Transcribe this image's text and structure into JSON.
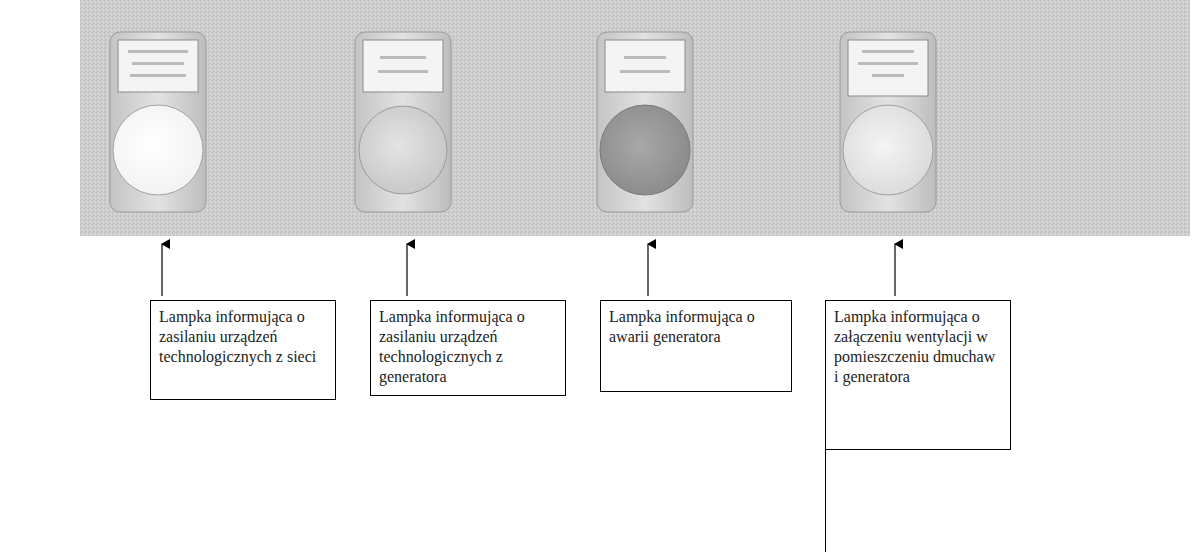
{
  "diagram": {
    "nodes": [
      {
        "text": [
          "Lampka informująca o zasilaniu urządzeń technologicznych z sieci"
        ]
      },
      {
        "text": [
          "Lampka informująca o zasilaniu urządzeń technologicznych z generatora"
        ]
      },
      {
        "text": [
          "Lampka informująca o awarii generatora"
        ]
      },
      {
        "text": [
          "Lampka informująca o załączeniu wentylacji w pomieszczeniu dmuchaw i generatora"
        ]
      }
    ]
  }
}
